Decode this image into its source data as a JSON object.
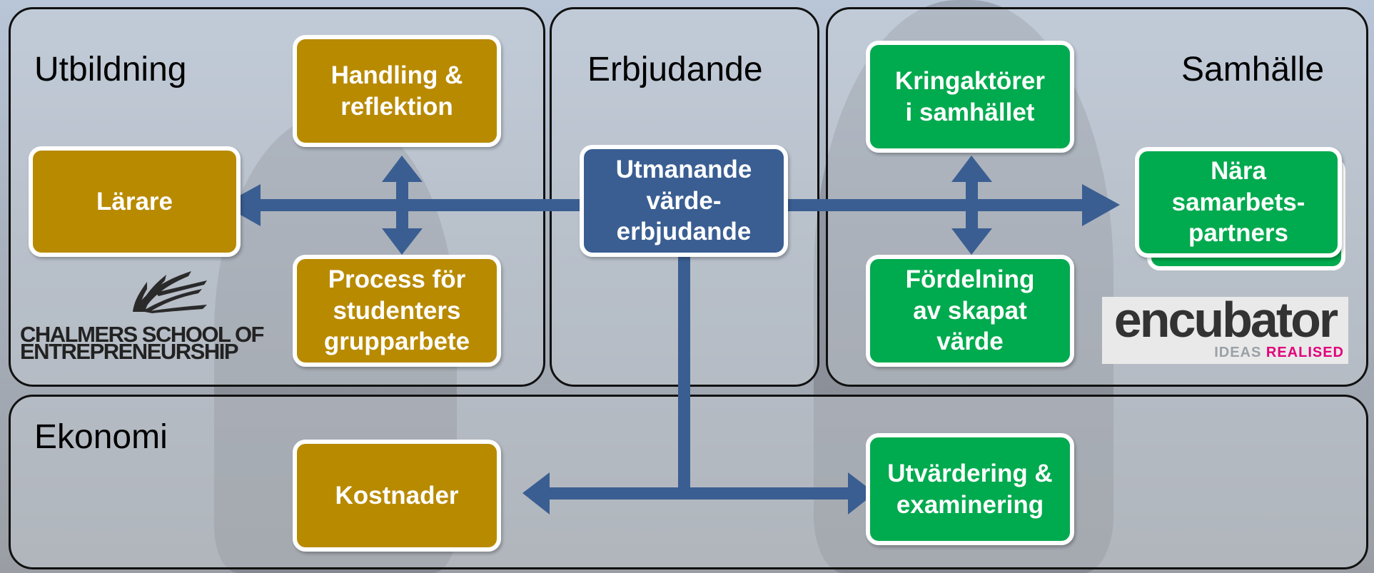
{
  "sections": {
    "utbildning": "Utbildning",
    "erbjudande": "Erbjudande",
    "samhalle": "Samhälle",
    "ekonomi": "Ekonomi"
  },
  "nodes": {
    "handling": "Handling &\nreflektion",
    "larare": "Lärare",
    "process": "Process för\nstudenters\ngrupparbete",
    "utmanande": "Utmanande\nvärde-\nerbjudande",
    "kringaktorer": "Kringaktörer\ni samhället",
    "nara": "Nära\nsamarbets-\npartners",
    "fordelning": "Fördelning\nav skapat\nvärde",
    "kostnader": "Kostnader",
    "utvardering": "Utvärdering &\nexaminering"
  },
  "logos": {
    "chalmers_line1": "CHALMERS SCHOOL OF",
    "chalmers_line2": "ENTREPRENEURSHIP",
    "encubator_word": "encubator",
    "encubator_tag1": "IDEAS ",
    "encubator_tag2": "REALISED"
  },
  "colors": {
    "gold": "#b88a00",
    "green": "#00aa4e",
    "blue": "#3a5e92",
    "arrow": "#3a5e92"
  }
}
